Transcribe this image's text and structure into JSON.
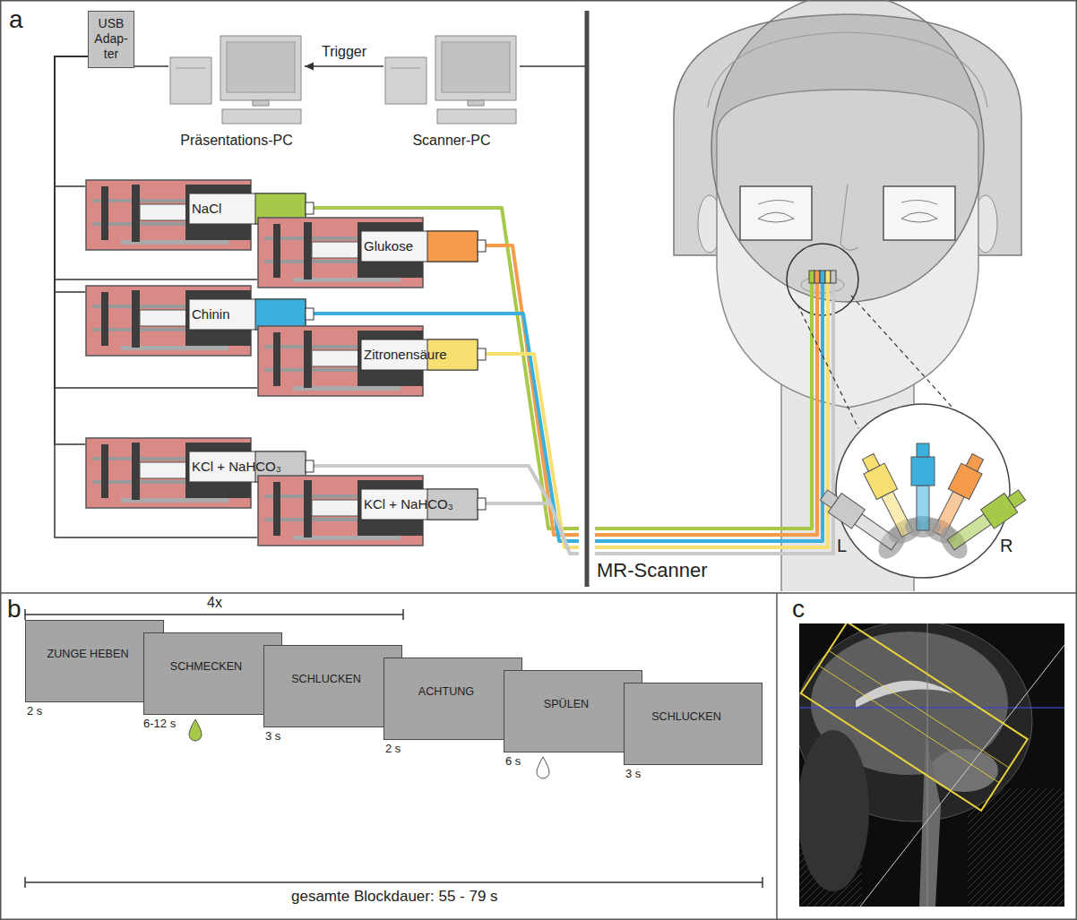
{
  "diagram": {
    "nodes": [
      {
        "text": [
          "USB Adap- ter"
        ]
      },
      {
        "text": [
          "Präsentations-PC"
        ]
      },
      {
        "text": [
          "Scanner-PC"
        ]
      },
      {
        "text": [
          "NaCl"
        ]
      },
      {
        "text": [
          "Glukose"
        ]
      },
      {
        "text": [
          "Chinin"
        ]
      },
      {
        "text": [
          "Zitronensäure"
        ]
      },
      {
        "text": [
          "KCl + NaHCO₃"
        ]
      },
      {
        "text": [
          "KCl + NaHCO₃"
        ]
      },
      {
        "text": [
          "ZUNGE HEBEN"
        ]
      },
      {
        "text": [
          "SCHMECKEN"
        ]
      },
      {
        "text": [
          "SCHLUCKEN"
        ]
      },
      {
        "text": [
          "ACHTUNG"
        ]
      },
      {
        "text": [
          "SPÜLEN"
        ]
      },
      {
        "text": [
          "SCHLUCKEN"
        ]
      }
    ],
    "edges": [
      {
        "from": 2,
        "to": 1,
        "arrow": "to",
        "label": "Trigger"
      },
      {
        "from": 1,
        "to": 0,
        "arrow": "none"
      },
      {
        "from": 0,
        "to": 3,
        "arrow": "none"
      },
      {
        "from": 0,
        "to": 4,
        "arrow": "none"
      },
      {
        "from": 0,
        "to": 5,
        "arrow": "none"
      },
      {
        "from": 0,
        "to": 6,
        "arrow": "none"
      },
      {
        "from": 0,
        "to": 7,
        "arrow": "none"
      },
      {
        "from": 0,
        "to": 8,
        "arrow": "none"
      }
    ],
    "labels": [
      "a",
      "MR-Scanner",
      "L",
      "R",
      "b",
      "4x",
      "2 s",
      "6-12 s",
      "3 s",
      "2 s",
      "6 s",
      "3 s",
      "gesamte Blockdauer: 55 - 79 s",
      "c"
    ]
  }
}
